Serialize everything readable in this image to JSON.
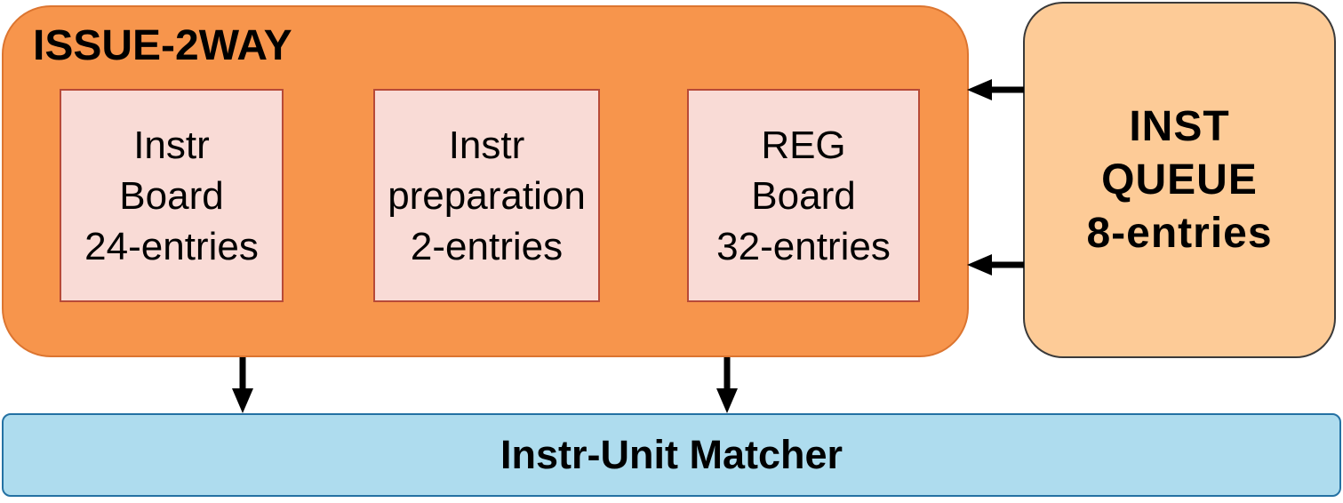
{
  "issue_block": {
    "title": "ISSUE-2WAY",
    "boards": [
      {
        "name": "instr-board",
        "lines": [
          "Instr",
          "Board",
          "24-entries"
        ]
      },
      {
        "name": "instr-preparation",
        "lines": [
          "Instr",
          "preparation",
          "2-entries"
        ]
      },
      {
        "name": "reg-board",
        "lines": [
          "REG",
          "Board",
          "32-entries"
        ]
      }
    ]
  },
  "inst_queue": {
    "lines": [
      "INST",
      "QUEUE",
      "8-entries"
    ]
  },
  "matcher": {
    "label": "Instr-Unit Matcher"
  },
  "colors": {
    "issue_fill": "#F7954C",
    "issue_border": "#DC7530",
    "board_fill": "#F9DBD6",
    "board_border": "#B74A38",
    "queue_fill": "#FDCB97",
    "queue_border": "#3A3A3A",
    "matcher_fill": "#AEDCEE",
    "matcher_border": "#2471A3",
    "arrow": "#000000",
    "text": "#000000"
  }
}
